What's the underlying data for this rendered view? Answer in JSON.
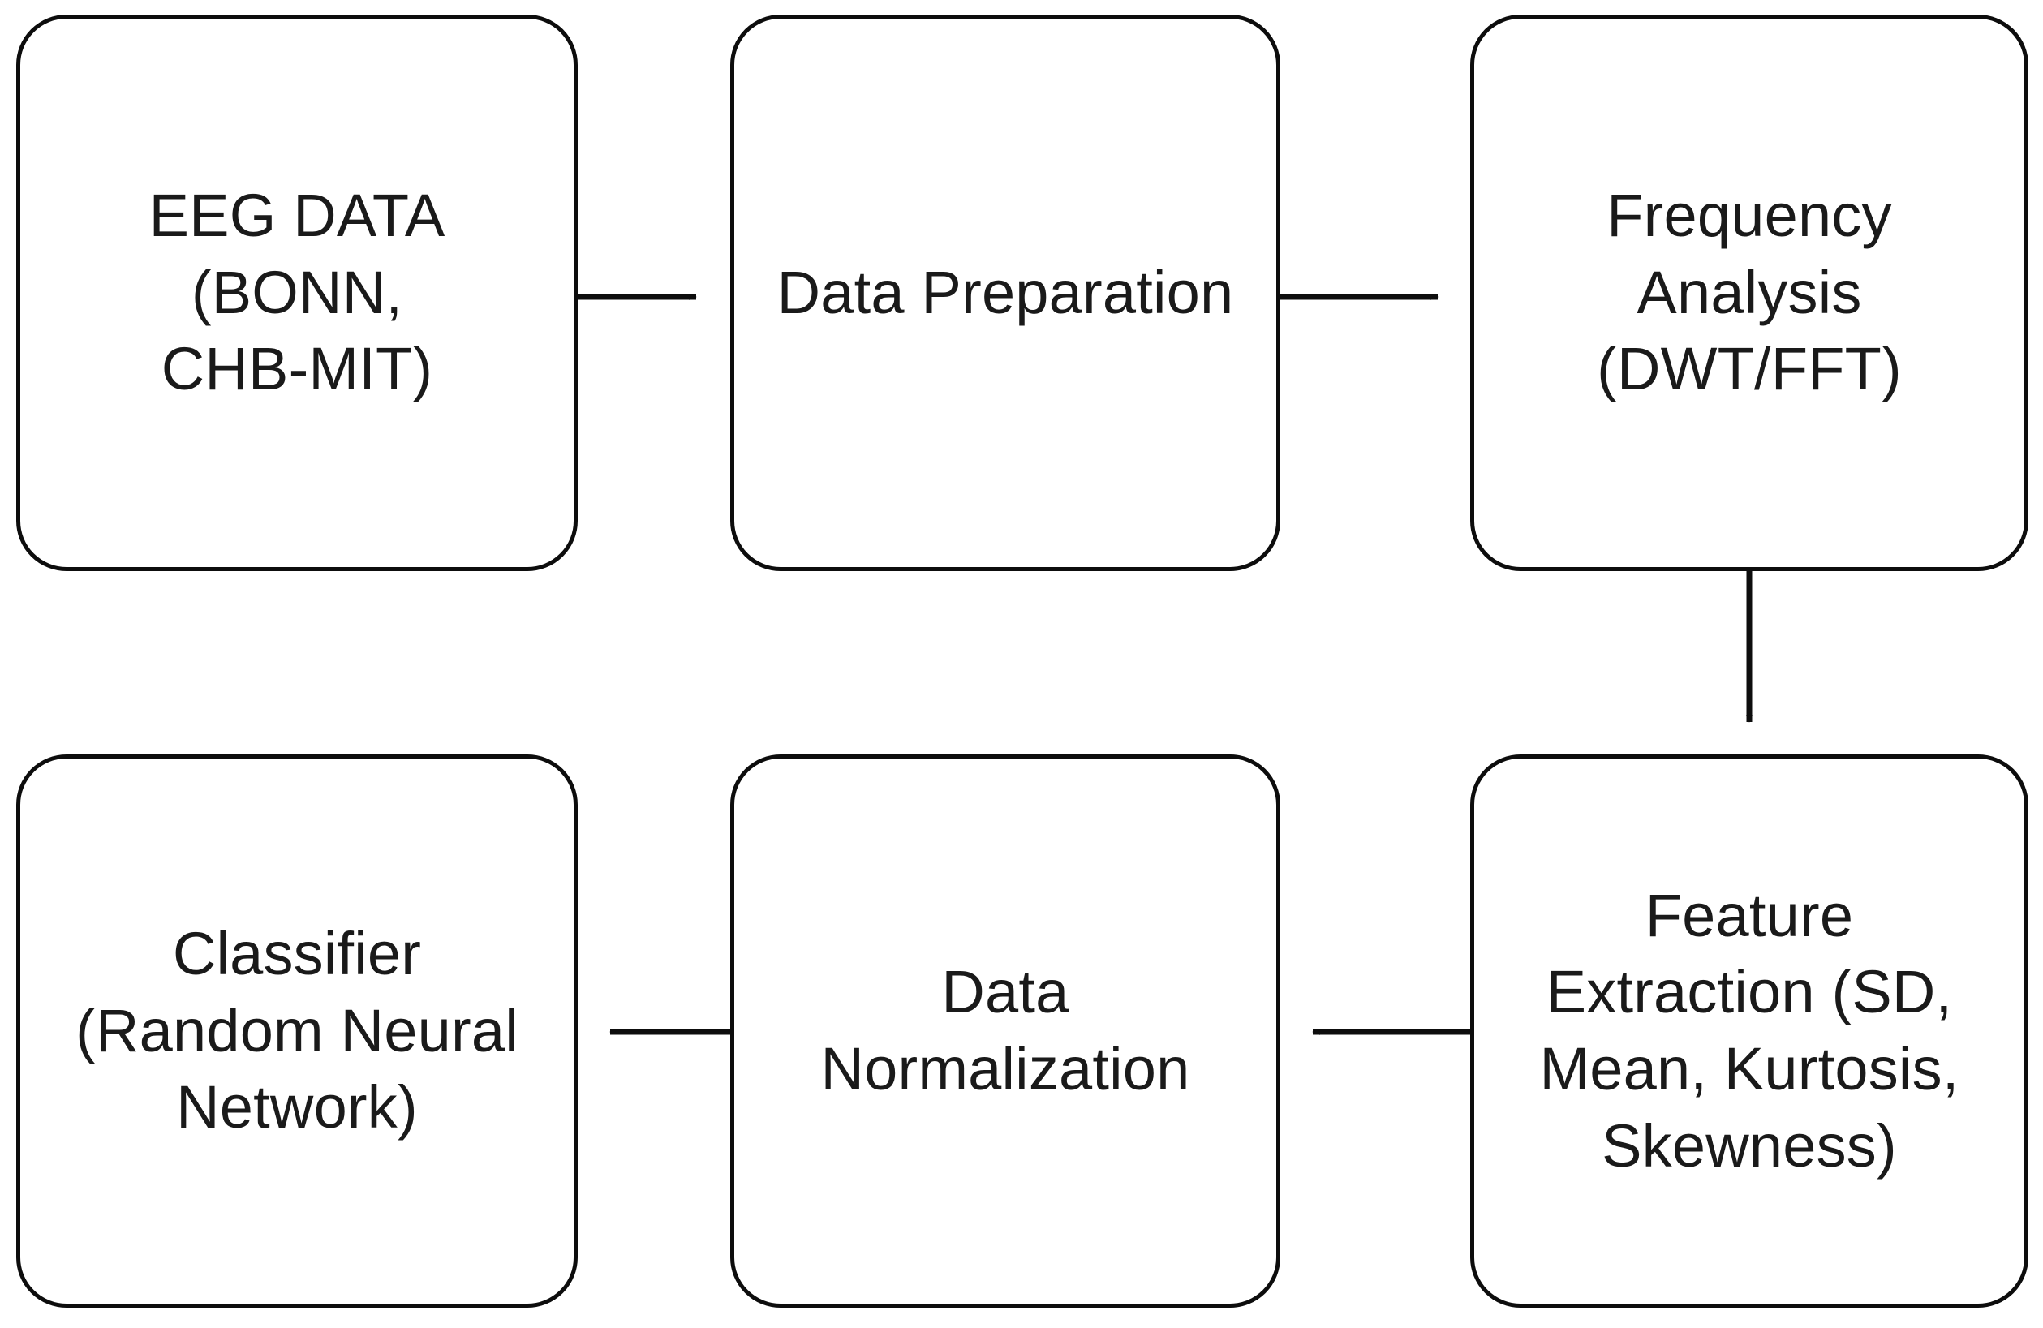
{
  "diagram": {
    "title": "EEG seizure detection pipeline flowchart",
    "background_color": "#ffffff",
    "stroke_color": "#0d0d0d",
    "text_color": "#1a1a1a",
    "nodes": [
      {
        "id": "eeg-data",
        "label": "EEG DATA\n(BONN,\nCHB-MIT)"
      },
      {
        "id": "data-prep",
        "label": "Data Preparation"
      },
      {
        "id": "freq-analysis",
        "label": "Frequency\nAnalysis\n(DWT/FFT)"
      },
      {
        "id": "feature-extr",
        "label": "Feature\nExtraction (SD,\nMean, Kurtosis,\nSkewness)"
      },
      {
        "id": "data-norm",
        "label": "Data\nNormalization"
      },
      {
        "id": "classifier",
        "label": "Classifier\n(Random Neural\nNetwork)"
      }
    ],
    "edges": [
      {
        "id": "edge-eeg-to-prep",
        "from": "eeg-data",
        "to": "data-prep",
        "direction": "right",
        "label": ""
      },
      {
        "id": "edge-prep-to-freq",
        "from": "data-prep",
        "to": "freq-analysis",
        "direction": "right",
        "label": ""
      },
      {
        "id": "edge-freq-to-feature",
        "from": "freq-analysis",
        "to": "feature-extr",
        "direction": "down",
        "label": ""
      },
      {
        "id": "edge-feature-to-norm",
        "from": "feature-extr",
        "to": "data-norm",
        "direction": "left",
        "label": ""
      },
      {
        "id": "edge-norm-to-classifier",
        "from": "data-norm",
        "to": "classifier",
        "direction": "left",
        "label": ""
      }
    ]
  }
}
